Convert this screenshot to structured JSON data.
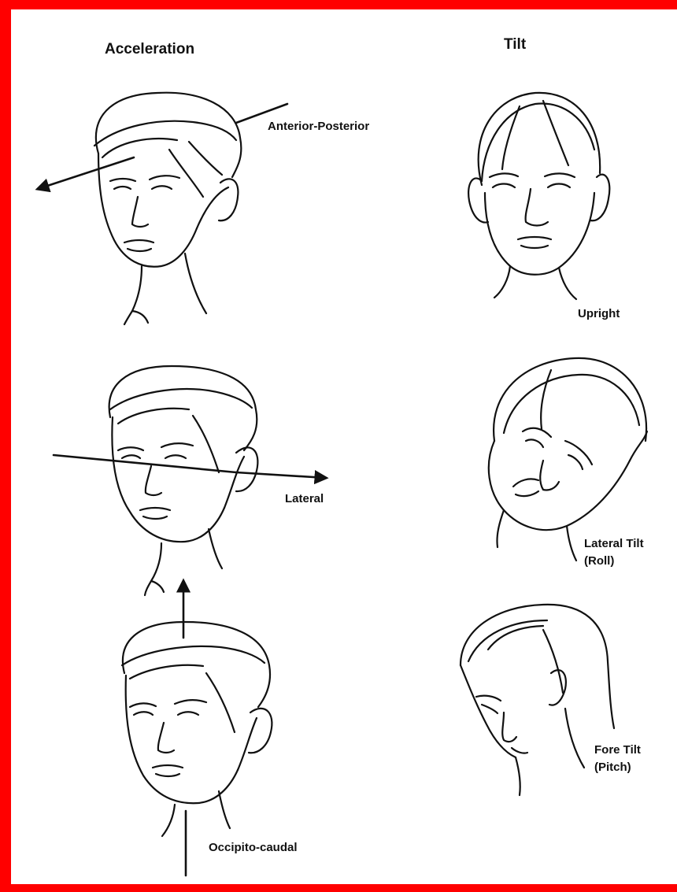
{
  "colors": {
    "frame": "#ff0000",
    "ink": "#111111",
    "paper": "#ffffff"
  },
  "headers": {
    "acceleration": "Acceleration",
    "tilt": "Tilt"
  },
  "acceleration_labels": {
    "anterior_posterior": "Anterior-Posterior",
    "lateral": "Lateral",
    "occipito_caudal": "Occipito-caudal"
  },
  "tilt_labels": {
    "upright": "Upright",
    "lateral_tilt": "Lateral Tilt",
    "lateral_tilt_sub": "(Roll)",
    "fore_tilt": "Fore Tilt",
    "fore_tilt_sub": "(Pitch)"
  }
}
